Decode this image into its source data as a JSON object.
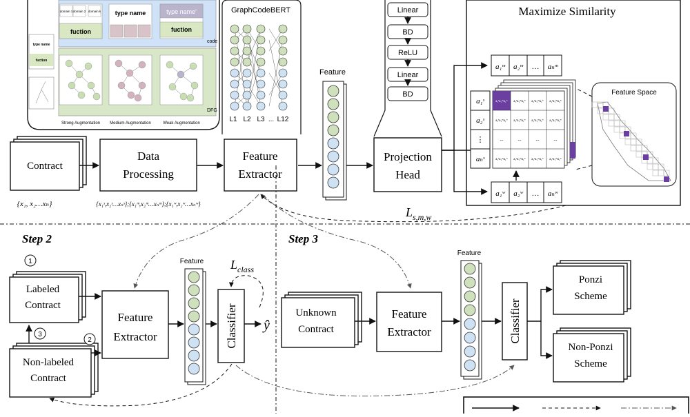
{
  "step1": {
    "contract": "Contract",
    "contract_sub": "{x₁, x₂…xₙ}",
    "data_processing": [
      "Data",
      "Processing"
    ],
    "dp_sub": "{x₁ˢ,x₂ˢ…xₙˢ};{x₁ᵐ,x₂ᵐ…xₙᵐ};{x₁ʷ,x₂ʷ…xₙʷ}",
    "feature_extractor": [
      "Feature",
      "Extractor"
    ],
    "graphcodebert": "GraphCodeBERT",
    "layers": [
      "L1",
      "L2",
      "L3",
      "...",
      "L12"
    ],
    "feature": "Feature",
    "projection_head": [
      "Projection",
      "Head"
    ],
    "proj_layers": [
      "Linear",
      "BD",
      "ReLU",
      "Linear",
      "BD"
    ],
    "maximize_similarity": "Maximize Similarity",
    "feature_space": "Feature Space",
    "loss_smw": "L",
    "loss_smw_sub": "s,m,w",
    "aug_panel": {
      "type_name": "type name",
      "type_name2": "type name'",
      "fuction": "fuction",
      "code": "code",
      "dfg": "DFG",
      "strong": "Strong  Augmentation",
      "medium": "Medium  Augmentation",
      "weak": "Weak Augmentation",
      "domain_cells": [
        "domain 1",
        "domain 2",
        "domain k"
      ]
    },
    "matrix": {
      "top_row": [
        "a₁ᵐ",
        "a₂ᵐ",
        "…",
        "aₙᵐ"
      ],
      "bottom_row": [
        "a₁ʷ",
        "a₂ʷ",
        "…",
        "aₙʷ"
      ],
      "left_col": [
        "a₁ˢ",
        "a₂ˢ",
        "⋮",
        "aₙˢ"
      ],
      "cell": "a₁ˢa₁ᵐa₁ʷ",
      "dots": "..."
    }
  },
  "step2": {
    "title": "Step 2",
    "labeled": [
      "Labeled",
      "Contract"
    ],
    "non_labeled": [
      "Non-labeled",
      "Contract"
    ],
    "feature_extractor": [
      "Feature",
      "Extractor"
    ],
    "feature": "Feature",
    "classifier": "Classifier",
    "loss_class": "L",
    "loss_class_sub": "class",
    "yhat": "ŷ",
    "badges": [
      "1",
      "2",
      "3"
    ]
  },
  "step3": {
    "title": "Step 3",
    "unknown": [
      "Unknown",
      "Contract"
    ],
    "feature_extractor": [
      "Feature",
      "Extractor"
    ],
    "feature": "Feature",
    "classifier": "Classifier",
    "ponzi": [
      "Ponzi",
      "Scheme"
    ],
    "non_ponzi": [
      "Non-Ponzi",
      "Scheme"
    ]
  },
  "colors": {
    "green": "#cfe0bd",
    "blue": "#cfe2f3",
    "purple": "#6b3fa0",
    "code_bg": "#cfe2f7",
    "dfg_bg": "#d7e7c8"
  }
}
